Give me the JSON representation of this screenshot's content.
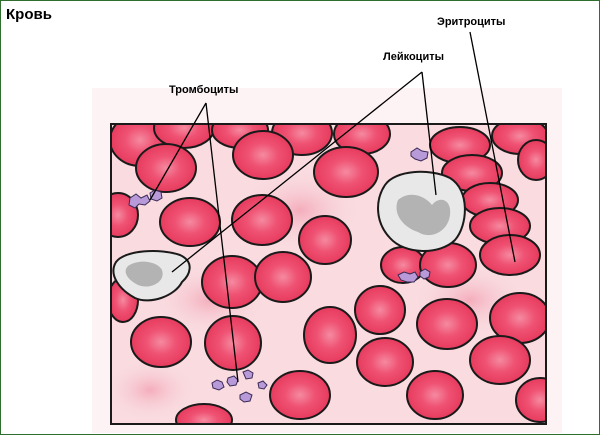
{
  "title": "Кровь",
  "labels": {
    "erythrocytes": "Эритроциты",
    "leukocytes": "Лейкоциты",
    "platelets": "Тромбоциты"
  },
  "colors": {
    "frame": "#2f6e2f",
    "plasma": "#f9d9de",
    "erythrocyte": "#ec3f61",
    "erythrocyte_center": "#f27a92",
    "leukocyte": "#e4e4e4",
    "leukocyte_nucleus": "#b6b6b6",
    "platelet": "#b89ad8"
  }
}
